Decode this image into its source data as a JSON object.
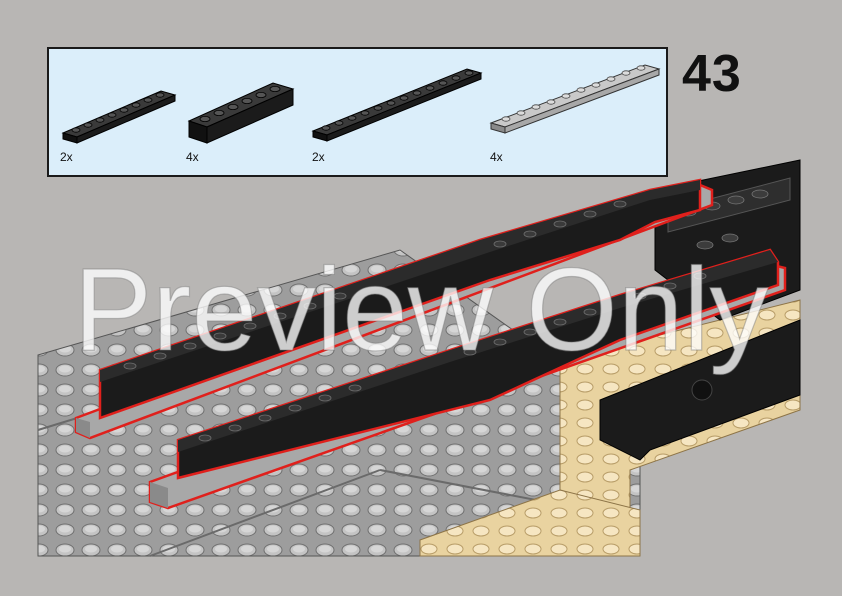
{
  "step": {
    "number": "43"
  },
  "parts_list": {
    "items": [
      {
        "qty": "2x",
        "part": "plate-1x8",
        "color": "#1b1b1b"
      },
      {
        "qty": "4x",
        "part": "brick-1x6",
        "color": "#1b1b1b"
      },
      {
        "qty": "2x",
        "part": "plate-1x12",
        "color": "#1b1b1b"
      },
      {
        "qty": "4x",
        "part": "plate-1x10",
        "color": "#a8a8a8"
      }
    ]
  },
  "watermark": {
    "text": "Preview Only"
  },
  "colors": {
    "background": "#b8b6b4",
    "parts_box": "#dbeefa",
    "highlight": "#e0201c",
    "black_part": "#1b1b1b",
    "grey_part": "#a8a8a8",
    "tan_part": "#f2dfb4"
  }
}
